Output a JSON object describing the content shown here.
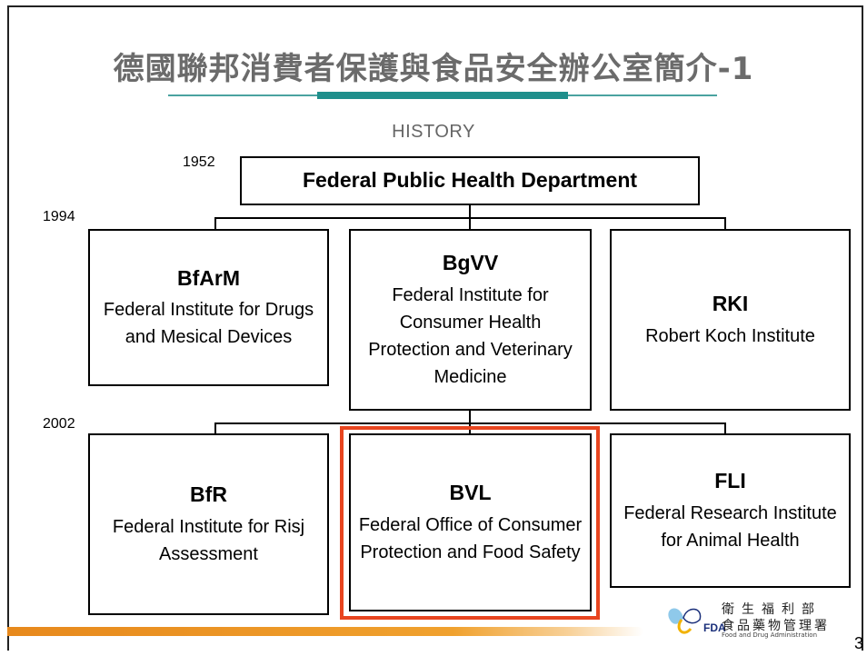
{
  "title": "德國聯邦消費者保護與食品安全辦公室簡介-1",
  "subtitle": "HISTORY",
  "years": {
    "y1952": "1952",
    "y1994": "1994",
    "y2002": "2002"
  },
  "root": {
    "name": "Federal Public Health Department"
  },
  "level_1994": [
    {
      "name": "BfArM",
      "desc": "Federal Institute for Drugs and Mesical Devices"
    },
    {
      "name": "BgVV",
      "desc": "Federal Institute for Consumer Health Protection and Veterinary Medicine"
    },
    {
      "name": "RKI",
      "desc": "Robert Koch Institute"
    }
  ],
  "level_2002": [
    {
      "name": "BfR",
      "desc": "Federal Institute for Risj Assessment"
    },
    {
      "name": "BVL",
      "desc": "Federal Office of Consumer Protection and Food Safety"
    },
    {
      "name": "FLI",
      "desc": "Federal Research Institute for Animal Health"
    }
  ],
  "highlight_color": "#e8451f",
  "accent_color": "#1f8f8c",
  "footer_color": "#e7891c",
  "logo": {
    "line1": "衛生福利部",
    "line2": "食品藥物管理署",
    "abbr": "FDA",
    "en": "Food and Drug Administration"
  },
  "page_number": "3"
}
